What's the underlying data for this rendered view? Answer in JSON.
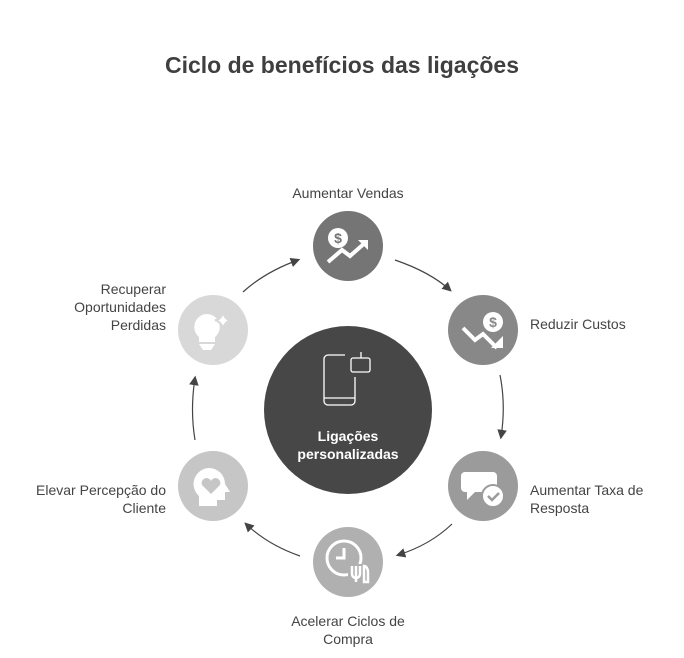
{
  "title": "Ciclo de benefícios das ligações",
  "center": {
    "line1": "Ligações",
    "line2": "personalizadas",
    "icon": "phone-robot-icon",
    "color": "#474747"
  },
  "nodes": [
    {
      "label": "Aumentar Vendas",
      "icon": "dollar-trend-up-icon",
      "color": "#757575"
    },
    {
      "label": "Reduzir Custos",
      "icon": "dollar-trend-down-icon",
      "color": "#888888"
    },
    {
      "label": "Aumentar Taxa de Resposta",
      "icon": "chat-check-icon",
      "color": "#9b9b9b"
    },
    {
      "label": "Acelerar Ciclos de Compra",
      "icon": "clock-cart-icon",
      "color": "#b0b0b0"
    },
    {
      "label": "Elevar Percepção do Cliente",
      "icon": "head-heart-icon",
      "color": "#c6c6c6"
    },
    {
      "label": "Recuperar Oportunidades Perdidas",
      "icon": "lightbulb-sparkle-icon",
      "color": "#d8d8d8"
    }
  ]
}
